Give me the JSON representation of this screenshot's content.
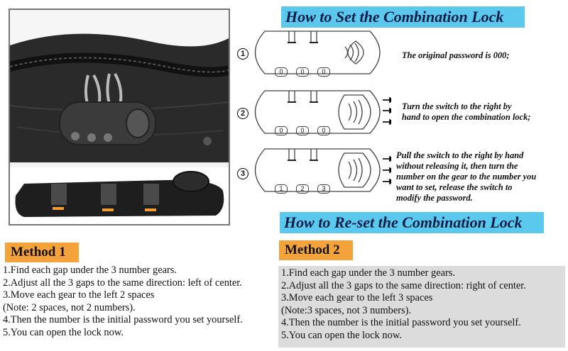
{
  "set_section": {
    "title": "How to Set the Combination Lock",
    "steps": [
      {
        "number": "1",
        "caption": "The original password is 000;",
        "digits": [
          "0",
          "0",
          "0"
        ]
      },
      {
        "number": "2",
        "caption_lines": [
          "Turn the switch to the right by",
          "hand to open the combination lock;"
        ],
        "digits": [
          "0",
          "0",
          "0"
        ]
      },
      {
        "number": "3",
        "caption_lines": [
          "Pull the switch to the right by hand",
          "without releasing it, then turn the",
          "number on the gear to the number you",
          "want to set, release the switch to",
          "modify the password."
        ],
        "digits": [
          "1",
          "2",
          "3"
        ]
      }
    ]
  },
  "reset_section": {
    "title": "How to Re-set the Combination Lock"
  },
  "method1": {
    "label": "Method 1",
    "steps": [
      "1.Find each gap under the 3 number gears.",
      "2.Adjust all the 3 gaps to the same direction: left of center.",
      "3.Move each gear to the left 2 spaces",
      "(Note: 2 spaces, not 2 numbers).",
      "4.Then the number is the initial password you set yourself.",
      "5.You can open the lock now."
    ]
  },
  "method2": {
    "label": "Method 2",
    "steps": [
      "1.Find each gap under the 3 number gears.",
      "2.Adjust all the 3 gaps to the same direction: right of center.",
      "3.Move each gear to the left 3 spaces",
      "(Note:3 spaces, not 3 numbers).",
      "4.Then the number is the initial password you set yourself.",
      "5.You can open the lock now."
    ]
  },
  "colors": {
    "banner": "#5bc8ee",
    "method_tag": "#f4a23a",
    "method2_box": "#dcdcdc"
  }
}
